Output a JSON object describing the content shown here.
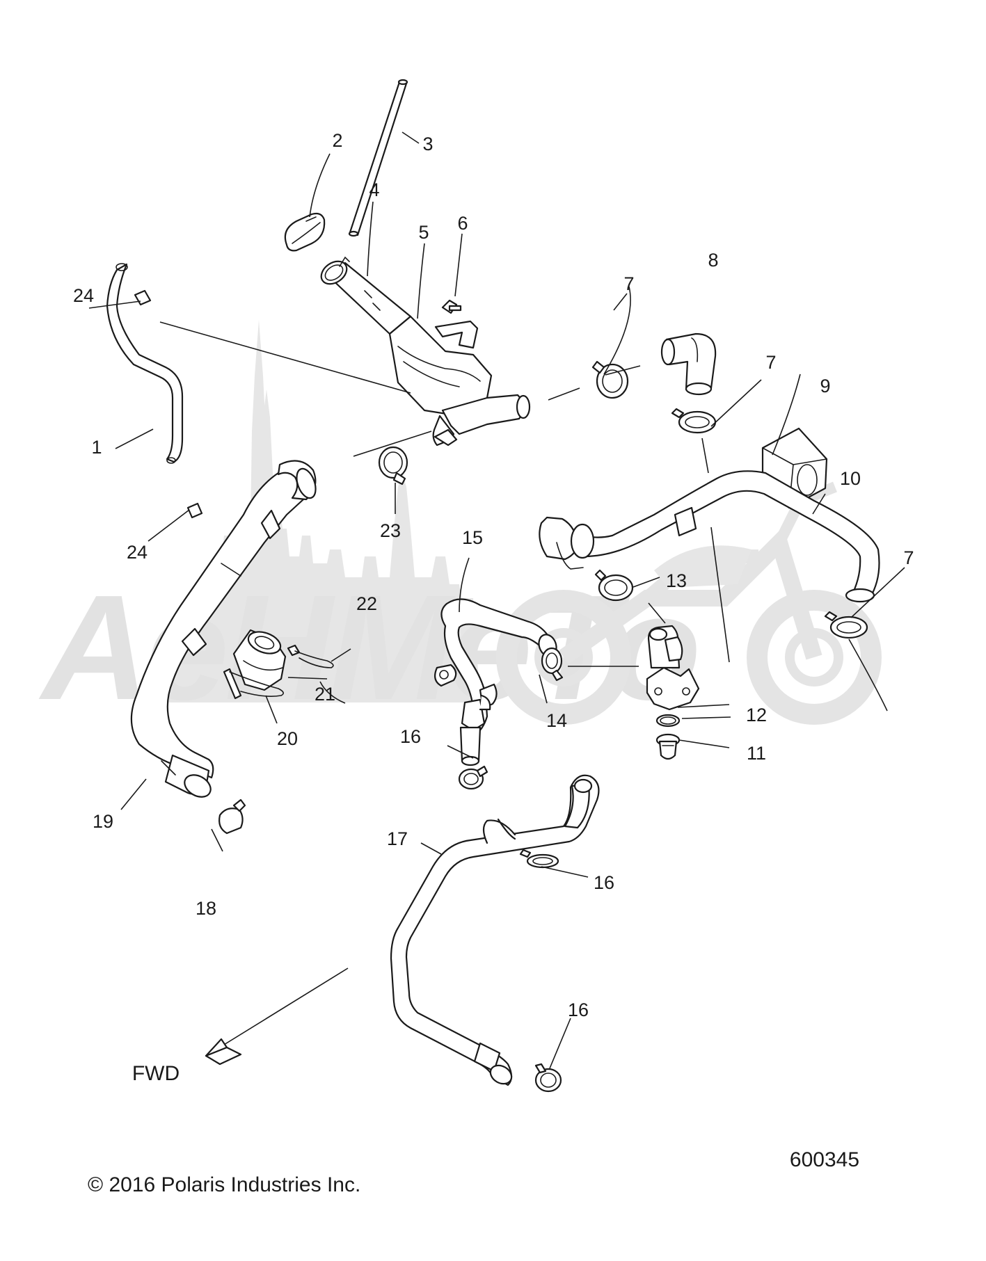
{
  "watermark": {
    "text": "AeHMeTo"
  },
  "callouts": [
    {
      "label": "1"
    },
    {
      "label": "2"
    },
    {
      "label": "3"
    },
    {
      "label": "4"
    },
    {
      "label": "5"
    },
    {
      "label": "6"
    },
    {
      "label": "7"
    },
    {
      "label": "8"
    },
    {
      "label": "7"
    },
    {
      "label": "9"
    },
    {
      "label": "10"
    },
    {
      "label": "7"
    },
    {
      "label": "11"
    },
    {
      "label": "12"
    },
    {
      "label": "13"
    },
    {
      "label": "14"
    },
    {
      "label": "15"
    },
    {
      "label": "16"
    },
    {
      "label": "16"
    },
    {
      "label": "16"
    },
    {
      "label": "17"
    },
    {
      "label": "18"
    },
    {
      "label": "19"
    },
    {
      "label": "20"
    },
    {
      "label": "21"
    },
    {
      "label": "22"
    },
    {
      "label": "23"
    },
    {
      "label": "24"
    },
    {
      "label": "24"
    }
  ],
  "direction_label": "FWD",
  "footer": {
    "copyright": "© 2016 Polaris Industries Inc.",
    "diagram_number": "600345"
  }
}
